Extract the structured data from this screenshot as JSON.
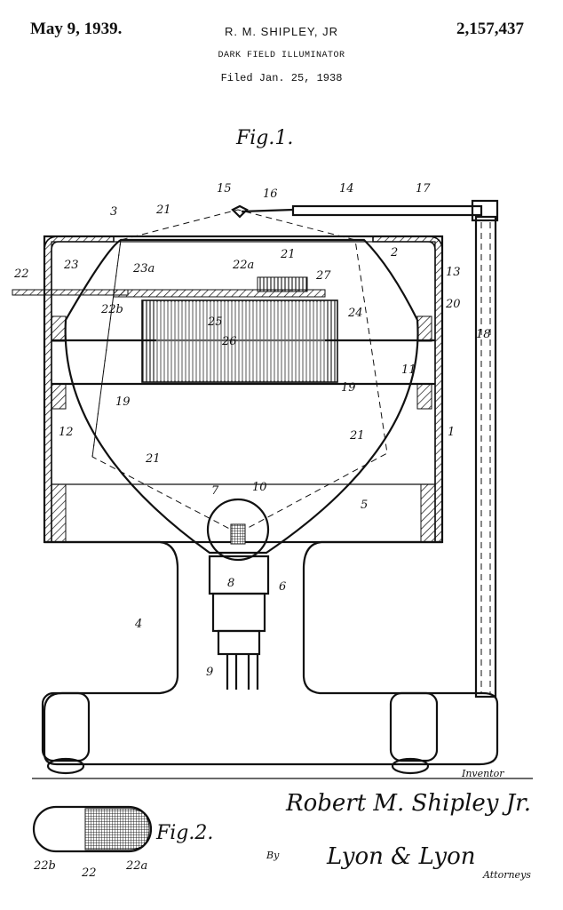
{
  "header": {
    "date": "May 9, 1939.",
    "inventor": "R. M. SHIPLEY, JR",
    "patent_number": "2,157,437",
    "title": "DARK FIELD ILLUMINATOR",
    "filed": "Filed Jan. 25, 1938"
  },
  "figures": {
    "fig1_label": "Fig.1.",
    "fig2_label": "Fig.2."
  },
  "references": {
    "r1": "1",
    "r2": "2",
    "r3": "3",
    "r4": "4",
    "r5": "5",
    "r6": "6",
    "r7": "7",
    "r8": "8",
    "r9": "9",
    "r10": "10",
    "r11": "11",
    "r12": "12",
    "r13": "13",
    "r14": "14",
    "r15": "15",
    "r16": "16",
    "r17": "17",
    "r18": "18",
    "r19": "19",
    "r20": "20",
    "r21": "21",
    "r22": "22",
    "r22a": "22a",
    "r22b": "22b",
    "r23": "23",
    "r23a": "23a",
    "r24": "24",
    "r25": "25",
    "r26": "26",
    "r27": "27"
  },
  "signature": {
    "inventor_label": "Inventor",
    "inventor_name": "Robert M. Shipley Jr.",
    "by": "By",
    "attorneys_name": "Lyon & Lyon",
    "attorneys_label": "Attorneys"
  }
}
